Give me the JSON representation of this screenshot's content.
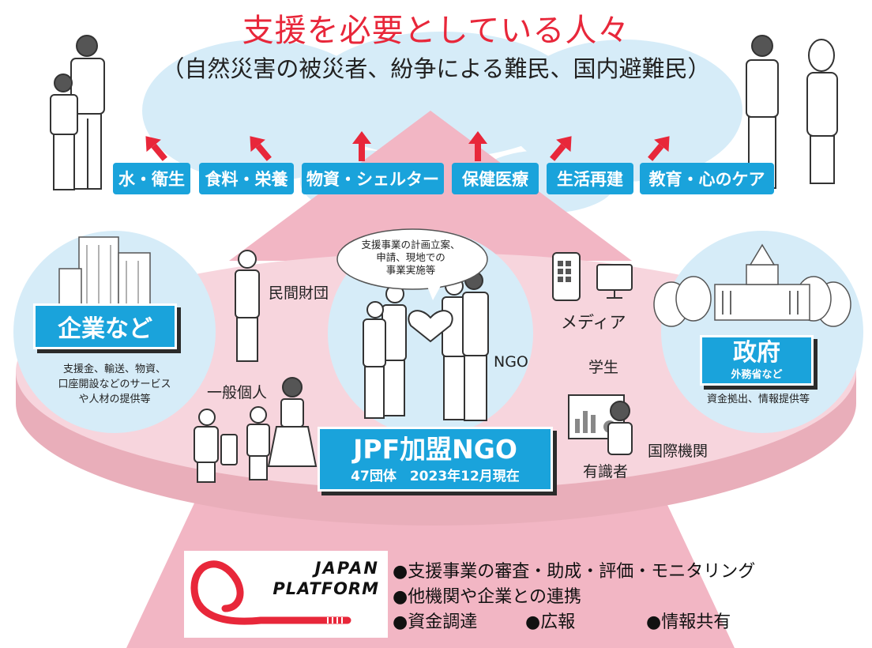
{
  "title": "支援を必要としている人々",
  "subtitle": "（自然災害の被災者、紛争による難民、国内避難民）",
  "categories": [
    "水・衛生",
    "食料・栄養",
    "物資・シェルター",
    "保健医療",
    "生活再建",
    "教育・心のケア"
  ],
  "corporate": {
    "label": "企業など",
    "desc_lines": [
      "支援金、輸送、物資、",
      "口座開設などのサービス",
      "や人材の提供等"
    ]
  },
  "government": {
    "label": "政府",
    "sublabel": "外務省など",
    "desc": "資金拠出、情報提供等"
  },
  "actors": {
    "private_foundation": "民間財団",
    "individuals": "一般個人",
    "ngo": "NGO",
    "media": "メディア",
    "students": "学生",
    "intl_orgs": "国際機関",
    "experts": "有識者"
  },
  "speech_bubble": [
    "支援事業の計画立案、",
    "申請、現地での",
    "事業実施等"
  ],
  "jpf_ngo": {
    "label": "JPF加盟NGO",
    "sublabel": "47団体　2023年12月現在"
  },
  "logo": {
    "line1": "JAPAN",
    "line2": "PLATFORM"
  },
  "bullets": [
    "●支援事業の審査・助成・評価・モニタリング",
    "●他機関や企業との連携"
  ],
  "bullets_row": [
    "●資金調達",
    "●広報",
    "●情報共有"
  ],
  "colors": {
    "accent_red": "#e8273a",
    "box_blue": "#1aa3db",
    "pink": "#f2b6c4",
    "map_blue": "#d6ecf8"
  }
}
